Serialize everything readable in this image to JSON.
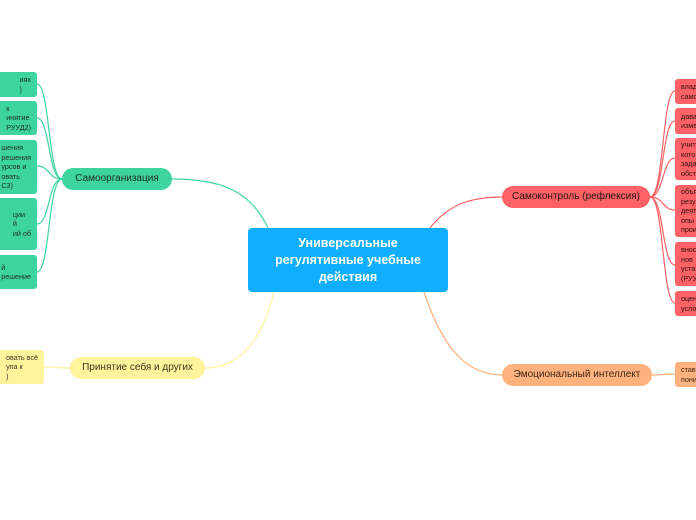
{
  "central": {
    "title": "Универсальные\nрегулятивные  учебные\nдействия"
  },
  "branches": {
    "self_organization": {
      "label": "Самоорганизация",
      "color": "#3ed49f",
      "leaves": [
        "иях\n)",
        "к\nинятие\nРУУД2)",
        "шения\nрешения\nурсов и\nовать\nС3)",
        "ции\nй\nий об",
        "й\nрешение"
      ]
    },
    "acceptance": {
      "label": "Принятие себя и других",
      "color": "#fff39c",
      "leaves": [
        "овать всё\nупа к\n)"
      ]
    },
    "self_control": {
      "label": "Самоконтроль (рефлексия)",
      "color": "#ff6266",
      "leaves": [
        "влад\nсамо",
        "дава\nизме",
        "учит\nкото\nзада\nобст",
        "объя\nрезу\nдеят\nопы\nпрои",
        "внос\nнов\nуста\n(РУУ",
        "оцен\nусло"
      ]
    },
    "emotional": {
      "label": "Эмоциональный интеллект",
      "color": "#ffb27e",
      "leaves": [
        "став\nпони"
      ]
    }
  }
}
